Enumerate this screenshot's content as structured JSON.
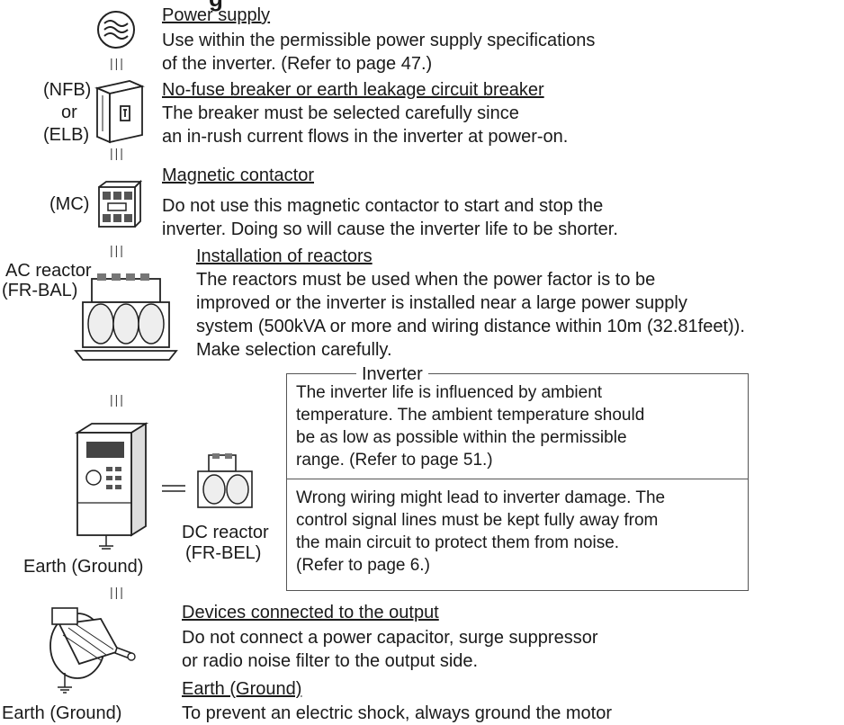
{
  "top_cut": "g",
  "sections": {
    "power": {
      "heading": "Power supply",
      "line1": "Use within the permissible power supply specifications",
      "line2": "of the inverter. (Refer to page 47.)"
    },
    "breaker": {
      "label_top": "(NFB)",
      "label_mid": "or",
      "label_bot": "(ELB)",
      "heading": "No-fuse breaker or earth leakage circuit breaker",
      "line1": "The breaker must be selected carefully since",
      "line2": "an in-rush current flows in the inverter at power-on."
    },
    "contactor": {
      "label": "(MC)",
      "heading": "Magnetic contactor",
      "line1": "Do not use this magnetic contactor to start and stop the",
      "line2": "inverter. Doing so will cause the inverter life to be shorter."
    },
    "reactors": {
      "label1": "AC reactor",
      "label2": "(FR-BAL)",
      "heading": "Installation of reactors",
      "line1": "The reactors must be used when the power factor is to be",
      "line2": "improved or the inverter is installed near a large power supply",
      "line3": "system (500kVA or more and wiring distance within 10m (32.81feet)).",
      "line4": "Make selection carefully."
    },
    "inverter": {
      "box_title": "Inverter",
      "p1_l1": "The inverter life is influenced by ambient",
      "p1_l2": "temperature. The ambient temperature should",
      "p1_l3": "be as low as possible within the permissible",
      "p1_l4": "range. (Refer to page 51.)",
      "p2_l1": "Wrong wiring might lead to inverter damage. The",
      "p2_l2": "control signal lines must be kept fully away from",
      "p2_l3": "the main circuit to protect them from noise.",
      "p2_l4": "(Refer to page 6.)",
      "earth_label": "Earth (Ground)",
      "dc_label1": "DC reactor",
      "dc_label2": "(FR-BEL)"
    },
    "output": {
      "heading": "Devices connected to the output",
      "line1": "Do not connect a power capacitor, surge suppressor",
      "line2": "or radio noise filter to the output side."
    },
    "earth": {
      "label": "Earth (Ground)",
      "heading": "Earth (Ground)",
      "line1": "To prevent an electric shock, always ground the motor"
    }
  }
}
